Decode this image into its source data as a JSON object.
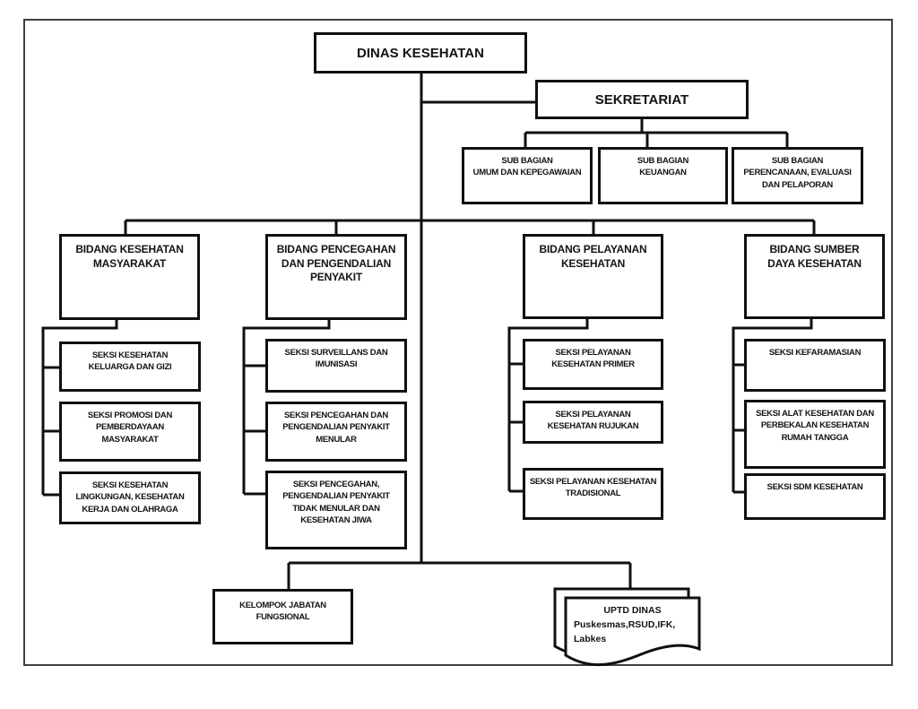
{
  "colors": {
    "ink": "#101010",
    "frame_border": "#3f3f3f",
    "background": "#ffffff"
  },
  "org": {
    "root": "DINAS KESEHATAN",
    "sekretariat": "SEKRETARIAT",
    "sub_bagian": [
      "SUB BAGIAN\nUMUM DAN KEPEGAWAIAN",
      "SUB BAGIAN\nKEUANGAN",
      "SUB BAGIAN\nPERENCANAAN, EVALUASI\nDAN PELAPORAN"
    ],
    "bidang": [
      {
        "label": "BIDANG KESEHATAN\nMASYARAKAT",
        "seksi": [
          "SEKSI KESEHATAN\nKELUARGA DAN GIZI",
          "SEKSI PROMOSI DAN\nPEMBERDAYAAN\nMASYARAKAT",
          "SEKSI KESEHATAN\nLINGKUNGAN, KESEHATAN\nKERJA DAN OLAHRAGA"
        ]
      },
      {
        "label": "BIDANG PENCEGAHAN\nDAN PENGENDALIAN\nPENYAKIT",
        "seksi": [
          "SEKSI SURVEILLANS DAN\nIMUNISASI",
          "SEKSI PENCEGAHAN DAN\nPENGENDALIAN PENYAKIT\nMENULAR",
          "SEKSI PENCEGAHAN,\nPENGENDALIAN PENYAKIT\nTIDAK MENULAR DAN\nKESEHATAN JIWA"
        ]
      },
      {
        "label": "BIDANG PELAYANAN\nKESEHATAN",
        "seksi": [
          "SEKSI PELAYANAN\nKESEHATAN PRIMER",
          "SEKSI PELAYANAN\nKESEHATAN RUJUKAN",
          "SEKSI PELAYANAN KESEHATAN\nTRADISIONAL"
        ]
      },
      {
        "label": "BIDANG SUMBER\nDAYA KESEHATAN",
        "seksi": [
          "SEKSI KEFARAMASIAN",
          "SEKSI ALAT KESEHATAN DAN\nPERBEKALAN KESEHATAN\nRUMAH TANGGA",
          "SEKSI SDM KESEHATAN"
        ]
      }
    ],
    "kelompok": "KELOMPOK JABATAN\nFUNGSIONAL",
    "uptd": {
      "title": "UPTD DINAS",
      "body": "Puskesmas,RSUD,IFK,\nLabkes"
    }
  }
}
